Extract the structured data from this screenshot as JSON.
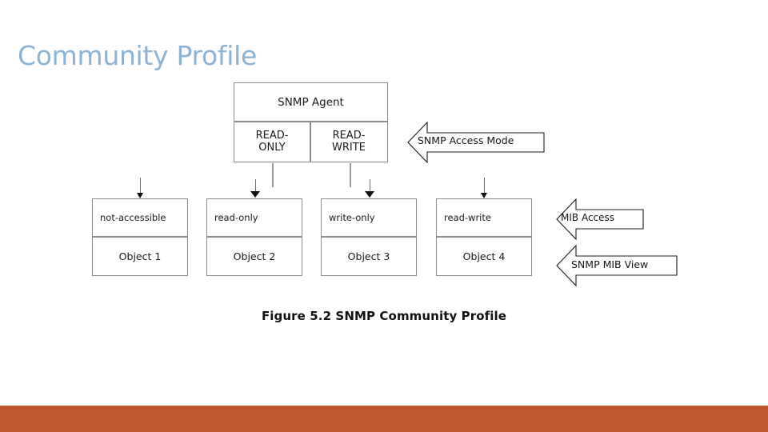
{
  "slide": {
    "title": "Community Profile",
    "title_color": "#8DB3D4",
    "accent_bar_color": "#C0562C",
    "background_color": "#FFFFFF"
  },
  "figure": {
    "caption": "Figure 5.2  SNMP Community Profile",
    "agent": {
      "title": "SNMP Agent",
      "modes": [
        {
          "line1": "READ-",
          "line2": "ONLY"
        },
        {
          "line1": "READ-",
          "line2": "WRITE"
        }
      ]
    },
    "objects": [
      {
        "mode": "not-accessible",
        "name": "Object 1"
      },
      {
        "mode": "read-only",
        "name": "Object 2"
      },
      {
        "mode": "write-only",
        "name": "Object 3"
      },
      {
        "mode": "read-write",
        "name": "Object 4"
      }
    ],
    "callouts": [
      {
        "label": "SNMP Access Mode"
      },
      {
        "label": "MIB Access"
      },
      {
        "label": "SNMP MIB View"
      }
    ]
  }
}
